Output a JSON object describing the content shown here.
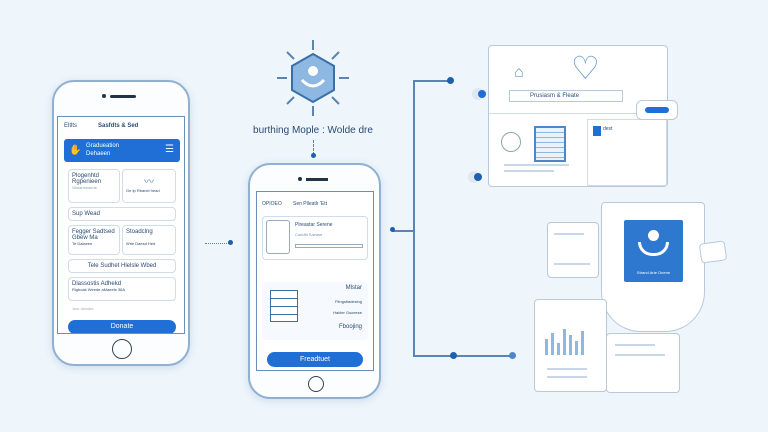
{
  "caption": "burthing Mople : Wolde dre",
  "left_phone": {
    "nav_left": "Eltlts",
    "nav_title": "Sasfdts & Sed",
    "hero": [
      "Gradueation",
      "Dehaeen"
    ],
    "card1": [
      "Plogenhtd",
      "Rgpenieen",
      "Sbdabeeaede"
    ],
    "card1_right": "Ge tp Rbanel head",
    "row1": "Sup Wead",
    "card2": [
      "Fegger Sadtsed",
      "Gbew Ma",
      "Te Dalaeen"
    ],
    "card2_right": "Stoadclng",
    "card2_right_sub": "Wrie Daesd Hed",
    "row2": "Tele Sudhet Hlelsle Wbed",
    "card3": [
      "Dlassostis Adhekd",
      "Rigboak Weede aMaeele 36A"
    ],
    "input_placeholder": "Jesr desstte",
    "button": "Donate"
  },
  "mid_phone": {
    "nav_left": "OPIOEO",
    "nav_title": "Sen Plleatlr 'Ett",
    "card_title": "Plreastar Serene",
    "card_sub": "Caddltt Saease",
    "labels": [
      "Mlstar",
      "Fltngstladesing",
      "Halder Gsoeese",
      "Fboojing"
    ],
    "button": "Freadtuet"
  },
  "right": {
    "top_label": "Prusiasm & Fleate",
    "badge": "dest",
    "shield_label": "Strand Arte Onene"
  },
  "colors": {
    "accent": "#1f6fd6",
    "line": "#5d84b0",
    "background": "#eef5fb"
  }
}
